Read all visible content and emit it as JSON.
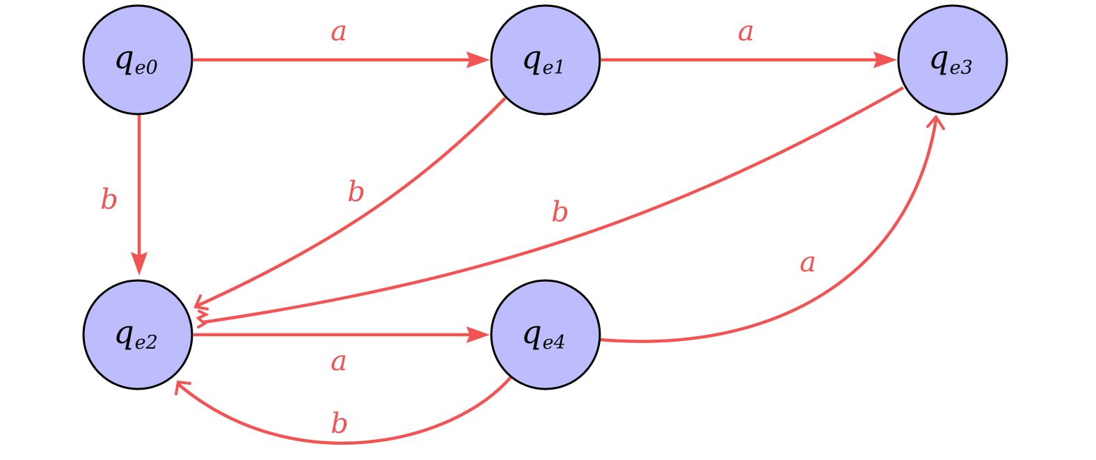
{
  "diagram": {
    "edge_color": "#f25353",
    "node_fill": "#bdbdfd",
    "states": [
      {
        "id": "qe0",
        "main": "q",
        "sub": "e0"
      },
      {
        "id": "qe1",
        "main": "q",
        "sub": "e1"
      },
      {
        "id": "qe2",
        "main": "q",
        "sub": "e2"
      },
      {
        "id": "qe3",
        "main": "q",
        "sub": "e3"
      },
      {
        "id": "qe4",
        "main": "q",
        "sub": "e4"
      }
    ],
    "transitions": [
      {
        "from": "qe0",
        "to": "qe1",
        "label": "a"
      },
      {
        "from": "qe1",
        "to": "qe3",
        "label": "a"
      },
      {
        "from": "qe0",
        "to": "qe2",
        "label": "b"
      },
      {
        "from": "qe1",
        "to": "qe2",
        "label": "b"
      },
      {
        "from": "qe3",
        "to": "qe2",
        "label": "b"
      },
      {
        "from": "qe4",
        "to": "qe3",
        "label": "a"
      },
      {
        "from": "qe2",
        "to": "qe4",
        "label": "a"
      },
      {
        "from": "qe4",
        "to": "qe2",
        "label": "b"
      }
    ]
  }
}
